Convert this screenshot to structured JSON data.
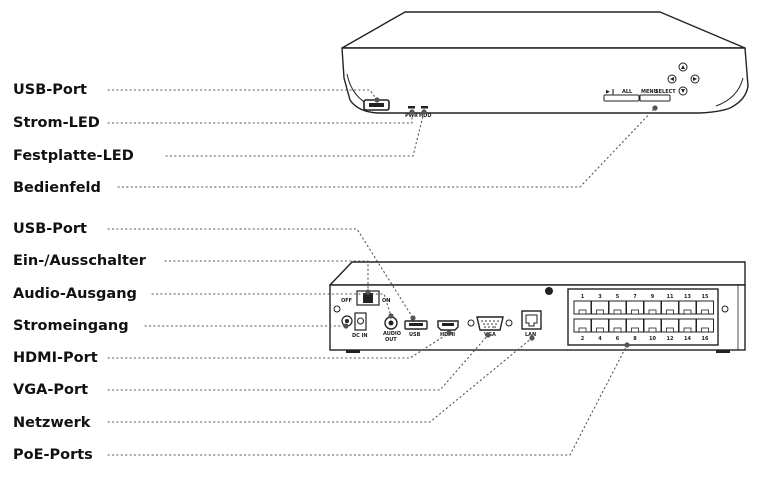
{
  "front_labels": [
    {
      "text": "USB-Port",
      "name": "label-front-usb-port"
    },
    {
      "text": "Strom-LED",
      "name": "label-power-led"
    },
    {
      "text": "Festplatte-LED",
      "name": "label-hdd-led"
    },
    {
      "text": "Bedienfeld",
      "name": "label-control-panel"
    }
  ],
  "rear_labels": [
    {
      "text": "USB-Port",
      "name": "label-rear-usb-port"
    },
    {
      "text": "Ein-/Ausschalter",
      "name": "label-power-switch"
    },
    {
      "text": "Audio-Ausgang",
      "name": "label-audio-out"
    },
    {
      "text": "Stromeingang",
      "name": "label-power-input"
    },
    {
      "text": "HDMI-Port",
      "name": "label-hdmi-port"
    },
    {
      "text": "VGA-Port",
      "name": "label-vga-port"
    },
    {
      "text": "Netzwerk",
      "name": "label-network"
    },
    {
      "text": "PoE-Ports",
      "name": "label-poe-ports"
    }
  ],
  "front_panel": {
    "led_pwr": "PWR",
    "led_hdd": "HDD",
    "btn_play": "▶ ‖",
    "btn_all": "ALL",
    "btn_menu": "MENU",
    "btn_select": "SELECT"
  },
  "rear_panel": {
    "switch_off": "OFF",
    "switch_on": "ON",
    "dc_in": "DC IN",
    "audio_out_1": "AUDIO",
    "audio_out_2": "OUT",
    "usb": "USB",
    "hdmi": "HDMI",
    "vga": "VGA",
    "lan": "LAN",
    "poe_top": [
      "1",
      "3",
      "5",
      "7",
      "9",
      "11",
      "13",
      "15"
    ],
    "poe_bottom": [
      "2",
      "4",
      "6",
      "8",
      "10",
      "12",
      "14",
      "16"
    ]
  }
}
